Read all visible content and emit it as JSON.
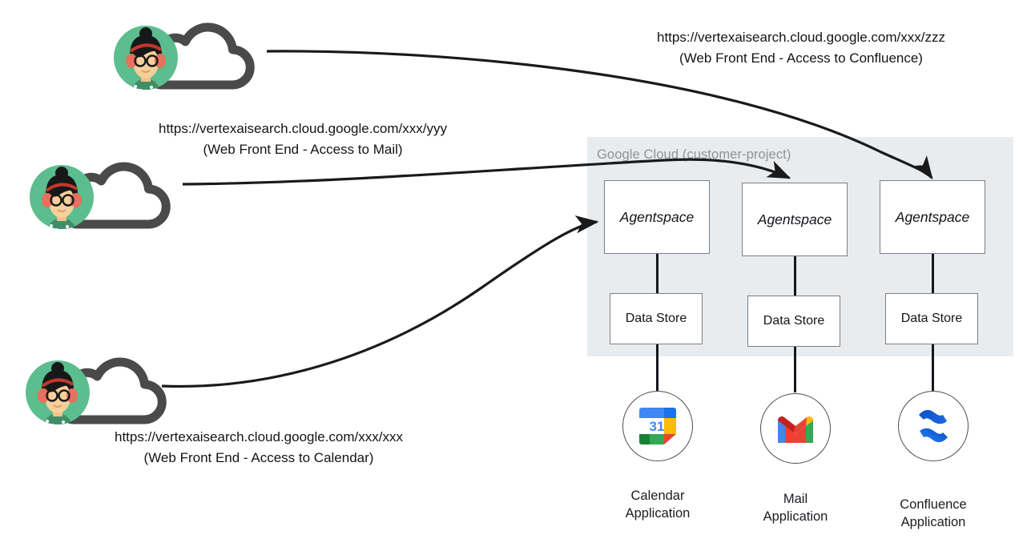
{
  "diagram": {
    "container": {
      "label": "Google Cloud (customer-project)"
    },
    "columns": [
      {
        "key": "calendar",
        "agentspace_label": "Agentspace",
        "datastore_label": "Data Store",
        "app_label": "Calendar\nApplication",
        "app_icon": "google-calendar-icon"
      },
      {
        "key": "mail",
        "agentspace_label": "Agentspace",
        "datastore_label": "Data Store",
        "app_label": "Mail\nApplication",
        "app_icon": "gmail-icon"
      },
      {
        "key": "confluence",
        "agentspace_label": "Agentspace",
        "datastore_label": "Data Store",
        "app_label": "Confluence\nApplication",
        "app_icon": "confluence-icon"
      }
    ],
    "users": [
      {
        "key": "confluence-user",
        "url": "https://vertexaisearch.cloud.google.com/xxx/zzz",
        "description": "(Web Front End - Access to Confluence)",
        "avatar_icon": "user-avatar-icon",
        "cloud_icon": "cloud-outline-icon"
      },
      {
        "key": "mail-user",
        "url": "https://vertexaisearch.cloud.google.com/xxx/yyy",
        "description": "(Web Front End - Access to Mail)",
        "avatar_icon": "user-avatar-icon",
        "cloud_icon": "cloud-outline-icon"
      },
      {
        "key": "calendar-user",
        "url": "https://vertexaisearch.cloud.google.com/xxx/xxx",
        "description": "(Web Front End - Access to Calendar)",
        "avatar_icon": "user-avatar-icon",
        "cloud_icon": "cloud-outline-icon"
      }
    ],
    "colors": {
      "container_background": "#e8ecef",
      "container_label": "#8e9396",
      "box_border": "#7b8085",
      "connector": "#14181c",
      "arrow": "#1a1a1a",
      "cloud_glyph": "#4a4a4a",
      "avatar_background": "#5cbd8e",
      "calendar_blue": "#4285f4",
      "calendar_yellow": "#fbbc04",
      "calendar_green": "#34a853",
      "calendar_red": "#ea4335",
      "gmail_red": "#ea4335",
      "gmail_blue": "#4285f4",
      "gmail_green": "#34a853",
      "gmail_yellow": "#fbbc04",
      "confluence_blue_dark": "#1558d6",
      "confluence_blue_light": "#2684ff"
    }
  }
}
